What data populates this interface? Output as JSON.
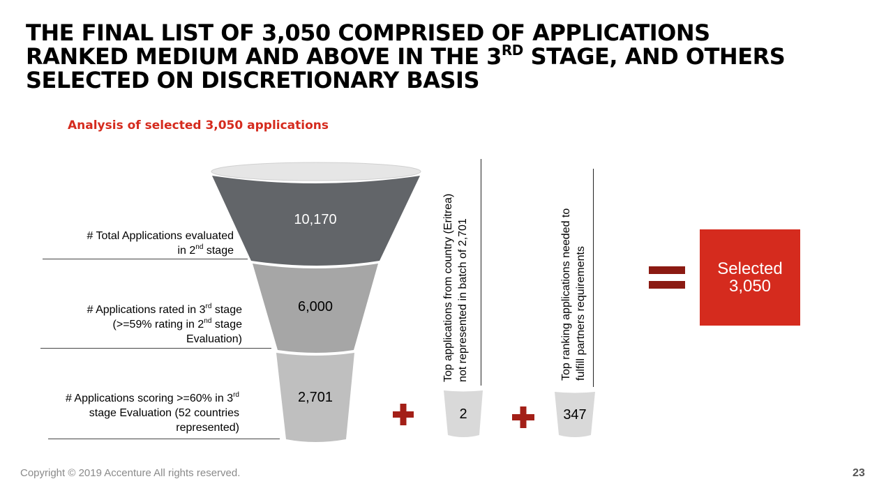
{
  "header": {
    "title_line1": "THE FINAL LIST OF 3,050 COMPRISED OF APPLICATIONS",
    "title_line2_pre": "RANKED MEDIUM AND ABOVE IN THE 3",
    "title_line2_sup": "RD",
    "title_line2_post": " STAGE, AND OTHERS",
    "title_line3": "SELECTED ON DISCRETIONARY BASIS"
  },
  "subtitle": "Analysis of selected 3,050 applications",
  "funnel": {
    "stages": [
      {
        "value": "10,170",
        "label_line1": "# Total Applications evaluated",
        "label_line2_pre": "in 2",
        "label_line2_sup": "nd",
        "label_line2_post": " stage"
      },
      {
        "value": "6,000",
        "label_line1_pre": "# Applications rated in 3",
        "label_line1_sup": "rd",
        "label_line1_post": " stage",
        "label_line2_pre": "(>=59% rating in 2",
        "label_line2_sup": "nd",
        "label_line2_post": " stage",
        "label_line3": "Evaluation)"
      },
      {
        "value": "2,701",
        "label_line1_pre": "# Applications scoring >=60% in 3",
        "label_line1_sup": "rd",
        "label_line2": "stage Evaluation (52 countries",
        "label_line3": "represented)"
      }
    ]
  },
  "additions": [
    {
      "value": "2",
      "desc_line1": "Top applications from country (Eritrea)",
      "desc_line2": "not represented in batch of 2,701"
    },
    {
      "value": "347",
      "desc_line1": "Top ranking applications needed to",
      "desc_line2": "fulfill partners requirements"
    }
  ],
  "result": {
    "label": "Selected",
    "value": "3,050"
  },
  "footer": {
    "copyright": "Copyright © 2019 Accenture  All rights reserved.",
    "page_number": "23"
  },
  "colors": {
    "accent_red": "#d52b1e",
    "dark_red": "#8b1a12",
    "funnel_top": "#626569",
    "funnel_mid": "#a6a6a6",
    "funnel_bottom": "#bfbfbf",
    "cup": "#d9d9d9"
  },
  "icons": [
    "plus-icon",
    "equals-icon"
  ]
}
